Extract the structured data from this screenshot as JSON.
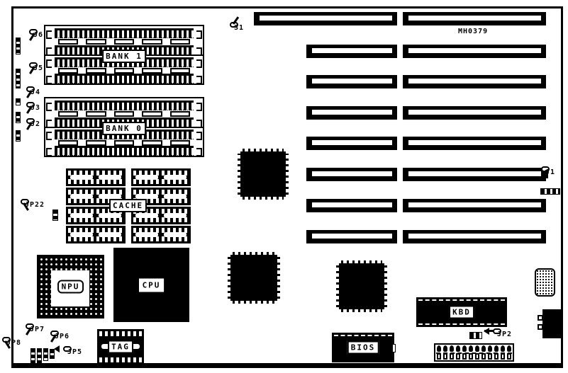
{
  "board": {
    "marking": "MH0379",
    "chips": {
      "cpu": "CPU",
      "npu": "NPU",
      "cache": "CACHE",
      "tag": "TAG",
      "bios": "BIOS",
      "kbd": "KBD"
    },
    "memory_banks": {
      "bank1": "BANK 1",
      "bank0": "BANK 0",
      "sockets_per_bank": 4,
      "slot_bars_per_row": 5
    },
    "callouts": {
      "s1": "S1",
      "j1": "J1",
      "j2": "J2",
      "j3": "J3",
      "j4": "J4",
      "j5": "J5",
      "j6": "J6",
      "jp2": "JP2",
      "jp5": "JP5",
      "jp6": "JP6",
      "jp7": "JP7",
      "jp8": "JP8",
      "jp22": "JP22"
    },
    "expansion_slots": {
      "rows": 8,
      "columns": 2,
      "total": 16
    },
    "cache_sockets": 8,
    "power_connector": {
      "top_pins": 12,
      "bottom_pins": 12
    },
    "bottom_jumper_blocks": 4,
    "colors": {
      "ink": "#000000",
      "paper": "#ffffff"
    }
  }
}
